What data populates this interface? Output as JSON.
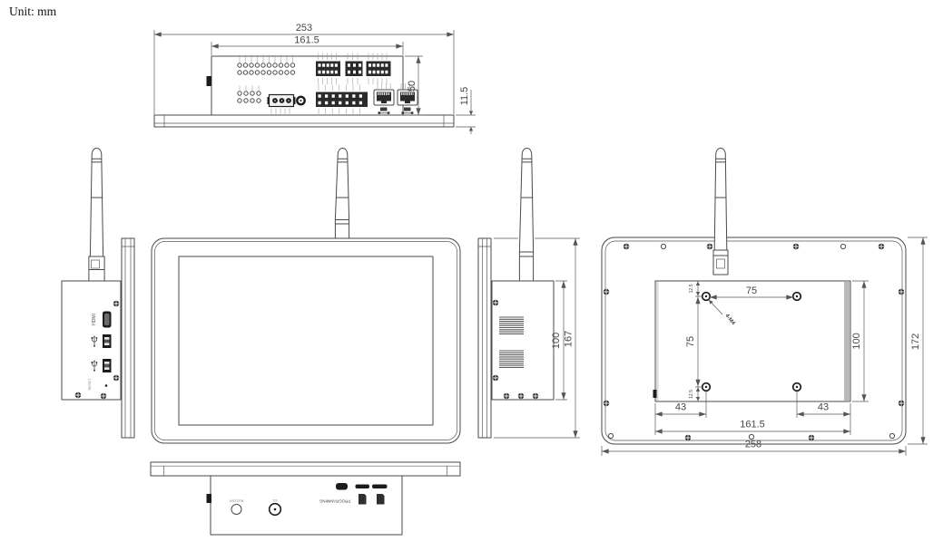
{
  "unit_label": "Unit: mm",
  "views": {
    "top_view": {
      "dim_overall_width": "253",
      "dim_body_width": "161.5",
      "dim_body_depth": "50",
      "dim_flange_depth": "11.5"
    },
    "left_side_view": {
      "hdmi_label": "HDMI",
      "reset_label": "RESET"
    },
    "right_side_view": {
      "dim_body_height": "100",
      "dim_overall_height": "167"
    },
    "rear_view": {
      "dim_vesa_horizontal": "75",
      "dim_vesa_vertical": "75",
      "dim_cutout_height": "100",
      "dim_hole_top_offset": "12.5",
      "dim_hole_bottom_offset": "12.5",
      "dim_hole_left_offset": "43",
      "dim_hole_right_offset": "43",
      "dim_cutout_width": "161.5",
      "dim_overall_width": "258",
      "dim_overall_height": "172",
      "vesa_holes_label": "4-M4"
    },
    "bottom_view": {
      "buzzer_label": "BUZZER",
      "antenna_label": "4G",
      "programming_label": "PROGRAMMING"
    }
  }
}
